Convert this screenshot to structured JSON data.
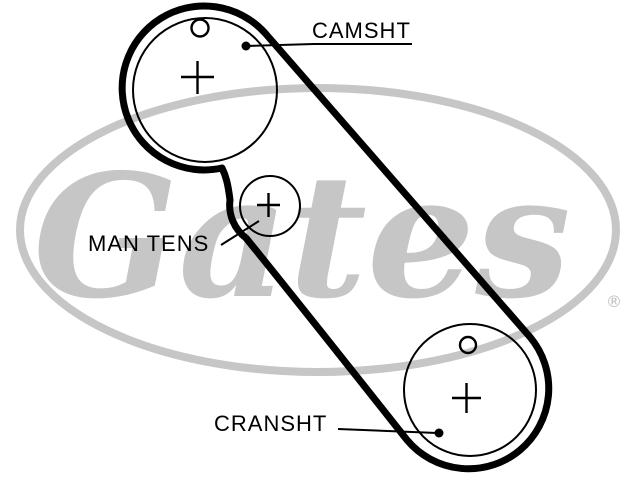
{
  "diagram_type": "timing-belt-routing",
  "pulleys": [
    {
      "id": "camshaft",
      "label": "CAMSHT",
      "marks": [
        "timing-hole-circle",
        "cross-mark"
      ]
    },
    {
      "id": "manual-tensioner",
      "label": "MAN TENS",
      "marks": [
        "cross-mark"
      ]
    },
    {
      "id": "crankshaft",
      "label": "CRANSHT",
      "marks": [
        "timing-hole-circle",
        "cross-mark"
      ]
    }
  ],
  "watermark": {
    "brand": "Gates",
    "registered": "®"
  },
  "colors": {
    "belt": "#000000",
    "label": "#000000",
    "pointer": "#000000",
    "watermark": "#c6c6c6",
    "background": "#ffffff"
  }
}
